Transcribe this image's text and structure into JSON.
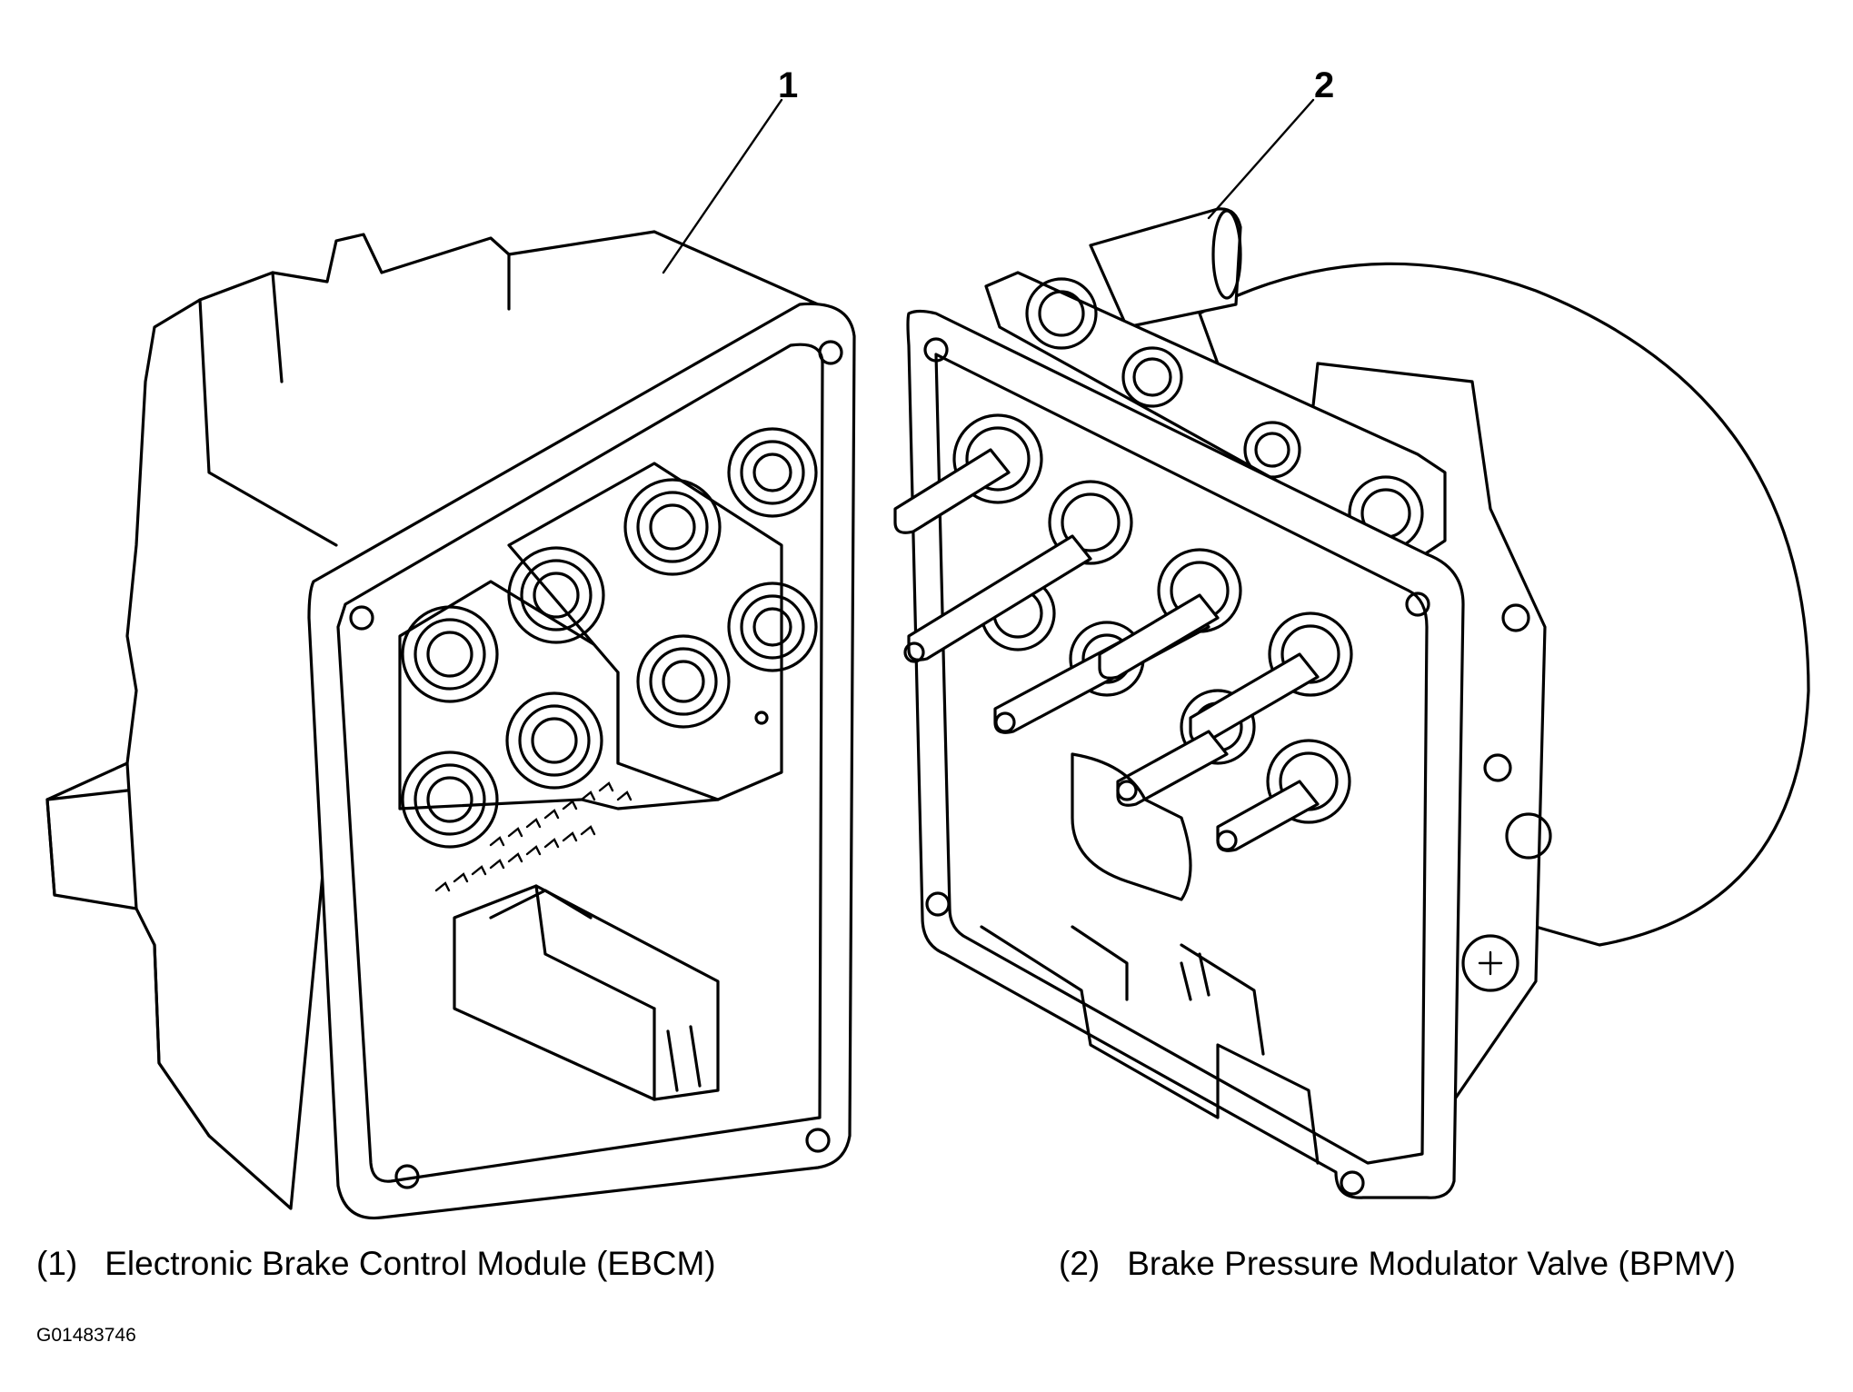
{
  "callouts": [
    {
      "number": "1"
    },
    {
      "number": "2"
    }
  ],
  "captions": [
    {
      "index": "(1)",
      "text": "Electronic Brake Control Module (EBCM)"
    },
    {
      "index": "(2)",
      "text": "Brake Pressure Modulator Valve (BPMV)"
    }
  ],
  "figure_id": "G01483746"
}
